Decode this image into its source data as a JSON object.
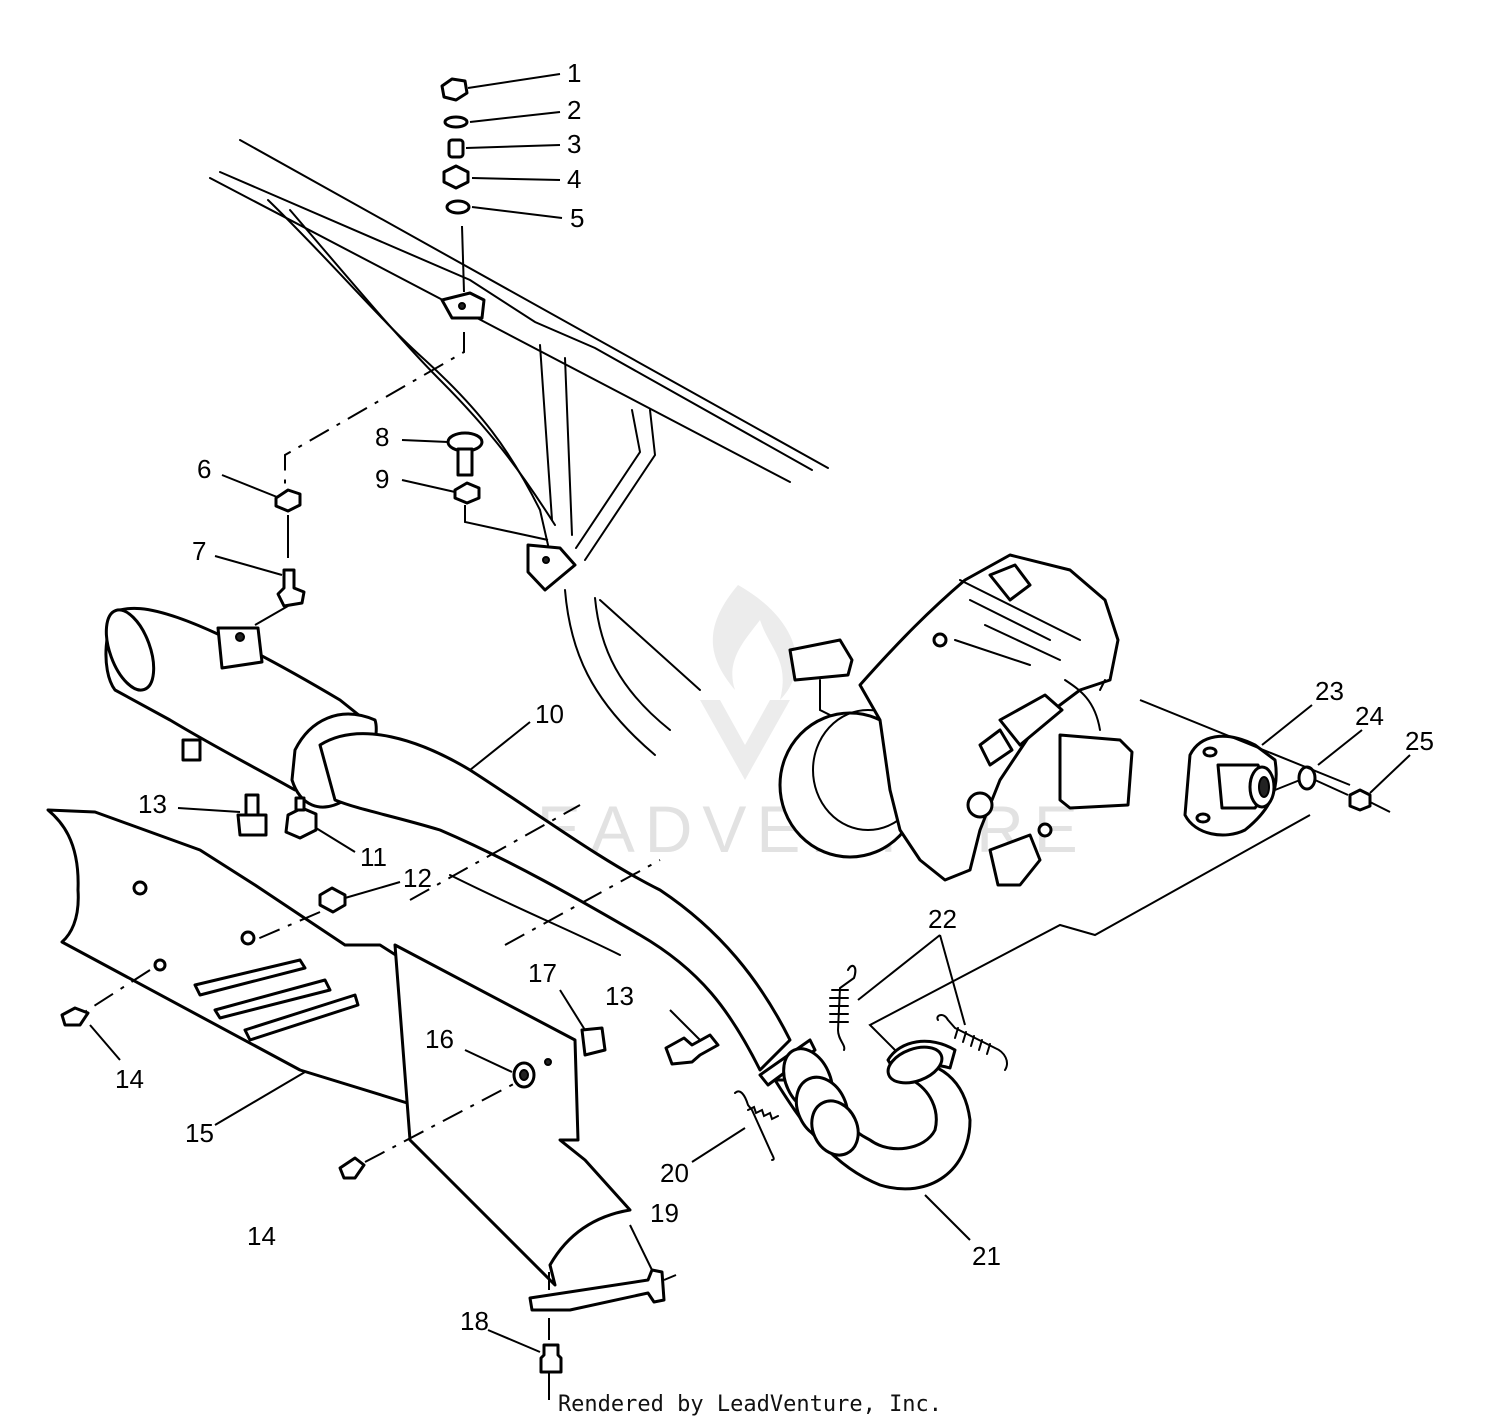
{
  "watermark": {
    "text": "LEADVENTURE",
    "color": "#e2e2e2"
  },
  "footer": {
    "text": "Rendered by LeadVenture, Inc."
  },
  "callouts": {
    "c1": "1",
    "c2": "2",
    "c3": "3",
    "c4": "4",
    "c5": "5",
    "c6": "6",
    "c7": "7",
    "c8": "8",
    "c9": "9",
    "c10": "10",
    "c11": "11",
    "c12": "12",
    "c13a": "13",
    "c13b": "13",
    "c14a": "14",
    "c14b": "14",
    "c15": "15",
    "c16": "16",
    "c17": "17",
    "c18": "18",
    "c19": "19",
    "c20": "20",
    "c21": "21",
    "c22": "22",
    "c23": "23",
    "c24": "24",
    "c25": "25"
  }
}
